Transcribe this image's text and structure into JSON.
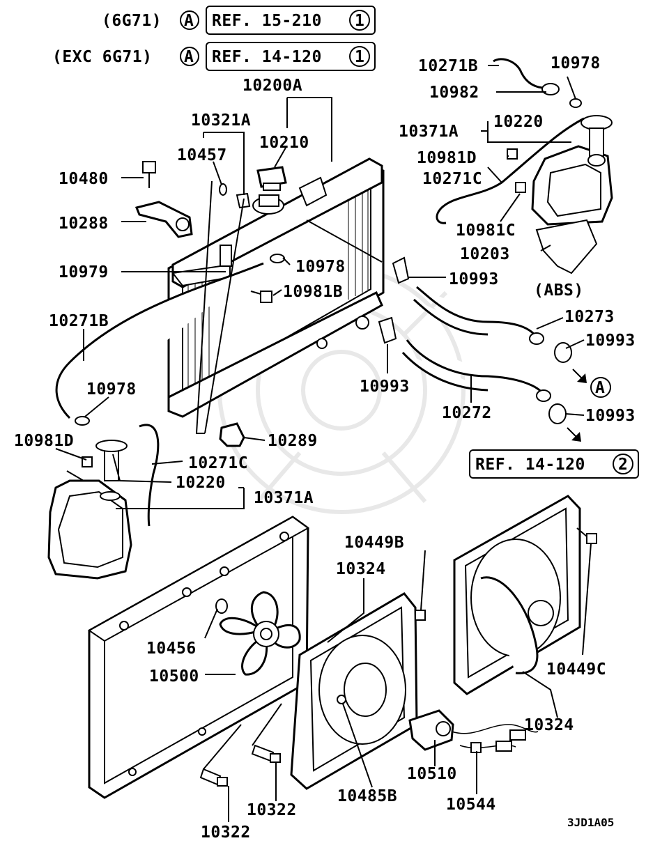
{
  "header_refs": [
    {
      "prefix": "(6G71)",
      "marker": "A",
      "ref": "REF. 15-210",
      "circle": "1"
    },
    {
      "prefix": "(EXC 6G71)",
      "marker": "A",
      "ref": "REF. 14-120",
      "circle": "1"
    }
  ],
  "bottom_ref": {
    "ref": "REF. 14-120",
    "circle": "2"
  },
  "arrow_marker": "A",
  "abs_label": "(ABS)",
  "figure_code": "3JD1A05",
  "parts": {
    "p10200A": "10200A",
    "p10321A": "10321A",
    "p10210": "10210",
    "p10457": "10457",
    "p10480": "10480",
    "p10288": "10288",
    "p10978a": "10978",
    "p10979": "10979",
    "p10981B": "10981B",
    "p10271B_left": "10271B",
    "p10978b": "10978",
    "p10981D_left": "10981D",
    "p10289": "10289",
    "p10271C_left": "10271C",
    "p10220_left": "10220",
    "p10371A_left": "10371A",
    "p10271B_top": "10271B",
    "p10978_top": "10978",
    "p10982": "10982",
    "p10371A_right": "10371A",
    "p10220_right": "10220",
    "p10981D_right": "10981D",
    "p10271C_right": "10271C",
    "p10981C": "10981C",
    "p10203": "10203",
    "p10993a": "10993",
    "p10273": "10273",
    "p10993b": "10993",
    "p10993c": "10993",
    "p10272": "10272",
    "p10993d": "10993",
    "p10449B": "10449B",
    "p10324a": "10324",
    "p10456": "10456",
    "p10500": "10500",
    "p10449C": "10449C",
    "p10324b": "10324",
    "p10510": "10510",
    "p10485B": "10485B",
    "p10544": "10544",
    "p10322a": "10322",
    "p10322b": "10322"
  }
}
